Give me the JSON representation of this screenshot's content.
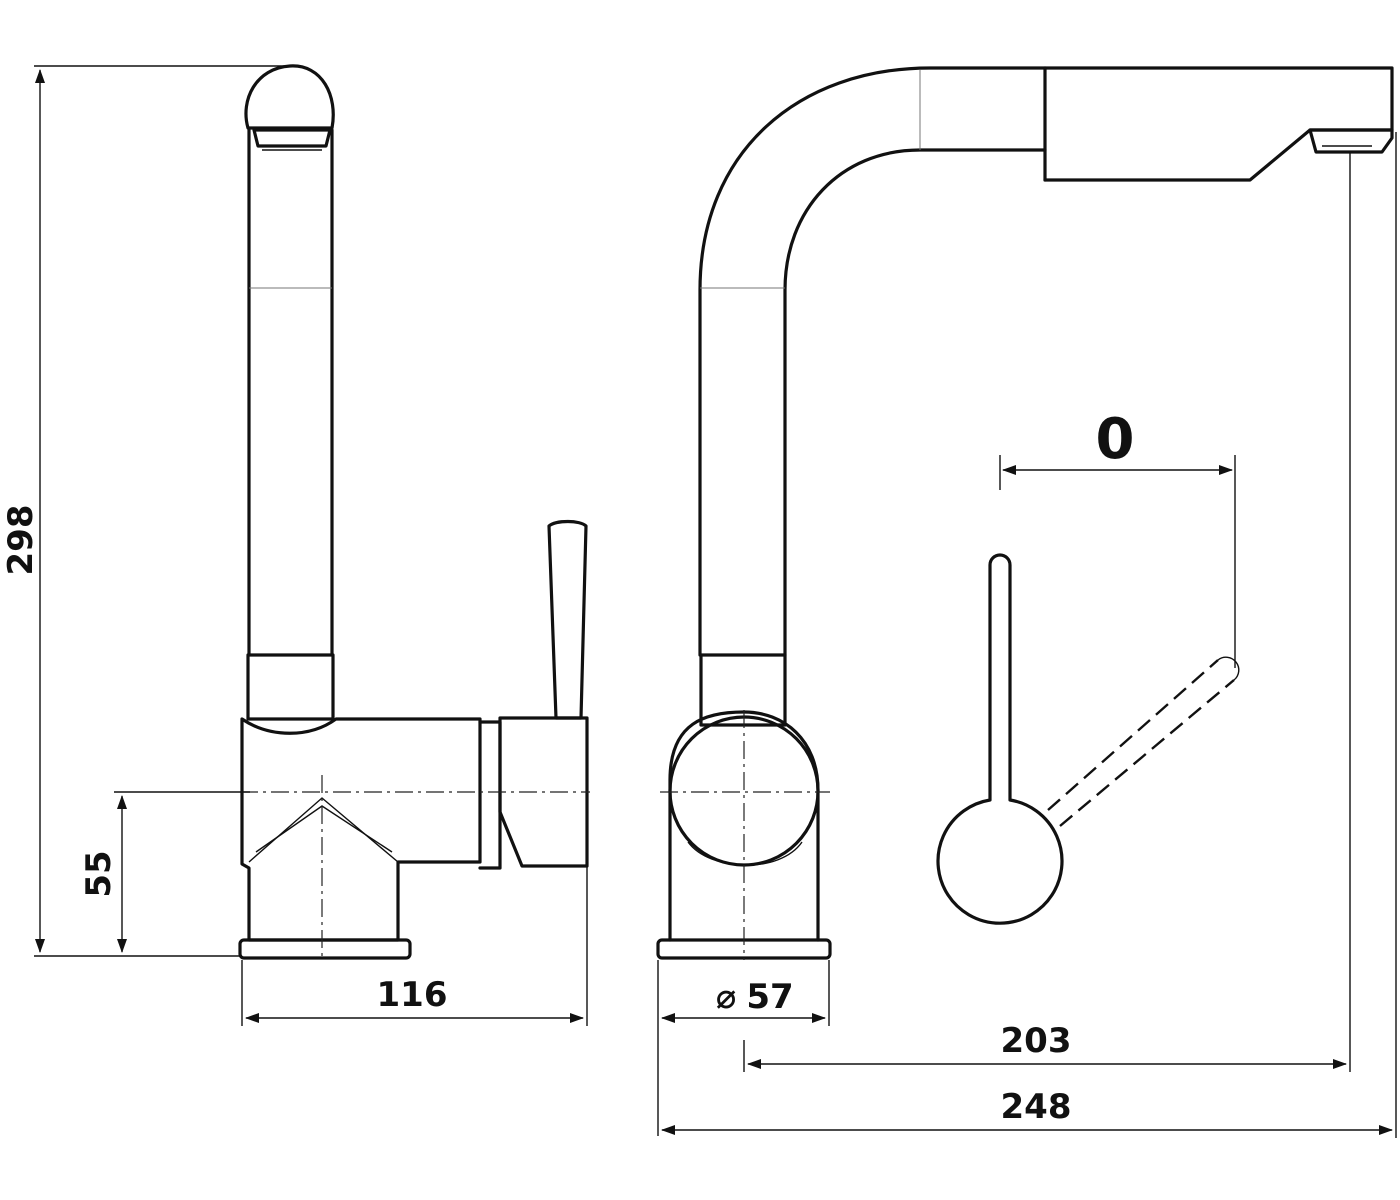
{
  "dimensions": {
    "height_total": "298",
    "height_axis": "55",
    "width_side": "116",
    "diameter_symbol": "⌀",
    "diameter_value": "57",
    "reach_spout": "203",
    "length_total": "248",
    "lever_swing_angle": "0"
  }
}
